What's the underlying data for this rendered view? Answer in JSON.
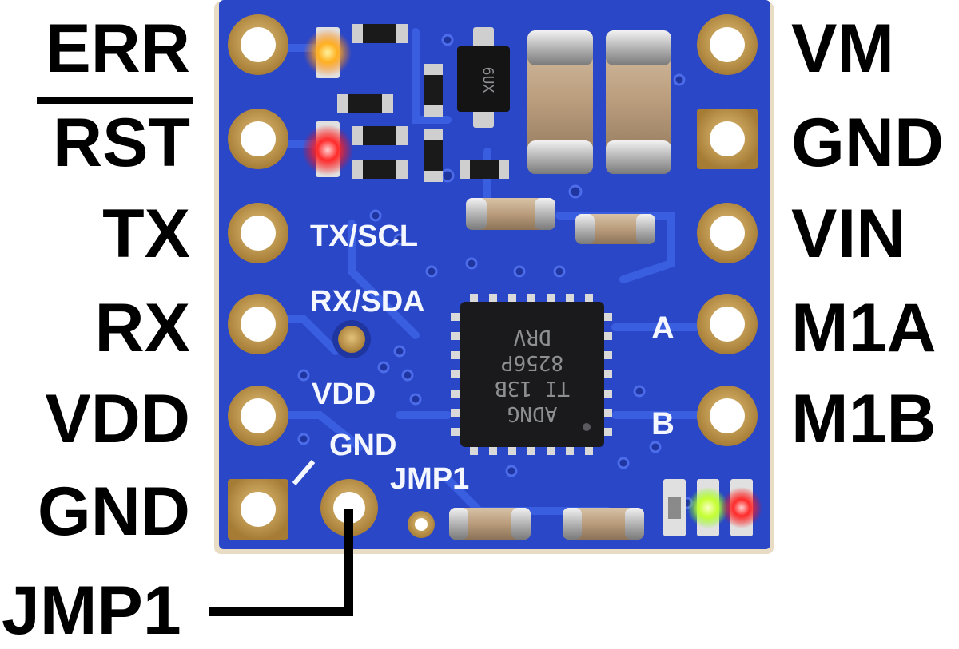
{
  "pins_left": [
    {
      "label": "ERR",
      "overline": false
    },
    {
      "label": "RST",
      "overline": true
    },
    {
      "label": "TX",
      "overline": false
    },
    {
      "label": "RX",
      "overline": false
    },
    {
      "label": "VDD",
      "overline": false
    },
    {
      "label": "GND",
      "overline": false
    }
  ],
  "pins_right": [
    {
      "label": "VM"
    },
    {
      "label": "GND"
    },
    {
      "label": "VIN"
    },
    {
      "label": "M1A"
    },
    {
      "label": "M1B"
    }
  ],
  "jumper_label": "JMP1",
  "silkscreen": {
    "tx_scl": "TX/SCL",
    "rx_sda": "RX/SDA",
    "vdd": "VDD",
    "gnd": "GND",
    "jmp1": "JMP1",
    "a": "A",
    "b": "B"
  },
  "chip_marking": {
    "line1": "DRV",
    "line2": "8256P",
    "line3": "TI  13B",
    "line4": "ADNG"
  },
  "small_chip_marking": "6UX",
  "colors": {
    "pcb": "#2a47c8",
    "pad": "#c9a257",
    "led_orange": "#ffb020",
    "led_red": "#ff2a2a",
    "led_green": "#c6ff33"
  }
}
